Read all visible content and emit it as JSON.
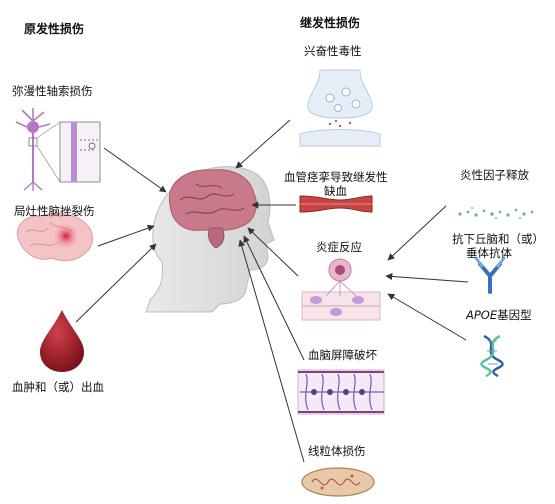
{
  "headers": {
    "primary": "原发性损伤",
    "secondary": "继发性损伤"
  },
  "primary_items": [
    {
      "label": "弥漫性轴索损伤",
      "icon": "neuron-axon-icon"
    },
    {
      "label": "局灶性脑挫裂伤",
      "icon": "brain-contusion-icon"
    },
    {
      "label": "血肿和（或）出血",
      "icon": "blood-drop-icon"
    }
  ],
  "secondary_items": [
    {
      "label": "兴奋性毒性",
      "icon": "synapse-icon"
    },
    {
      "label_line1": "血管痉挛导致继发性",
      "label_line2": "缺血",
      "icon": "vessel-constriction-icon"
    },
    {
      "label": "炎症反应",
      "icon": "inflammation-icon"
    },
    {
      "label": "血脑屏障破坏",
      "icon": "blood-brain-barrier-icon"
    },
    {
      "label": "线粒体损伤",
      "icon": "mitochondrion-icon"
    }
  ],
  "modifier_items": [
    {
      "label": "炎性因子释放",
      "icon": "cytokine-particles-icon"
    },
    {
      "label_line1": "抗下丘脑和（或）",
      "label_line2": "垂体抗体",
      "icon": "antibody-icon"
    },
    {
      "label_italic": "APOE",
      "label_rest": "基因型",
      "icon": "dna-helix-icon"
    }
  ],
  "center": {
    "icon": "human-head-brain-icon"
  },
  "colors": {
    "brain": "#c97a8a",
    "blood": "#9b1b26",
    "neuron": "#b777c8",
    "vessel": "#b73a3a",
    "dna": "#2f5fa8",
    "antibody": "#3a6fc0",
    "arrow": "#333333"
  }
}
